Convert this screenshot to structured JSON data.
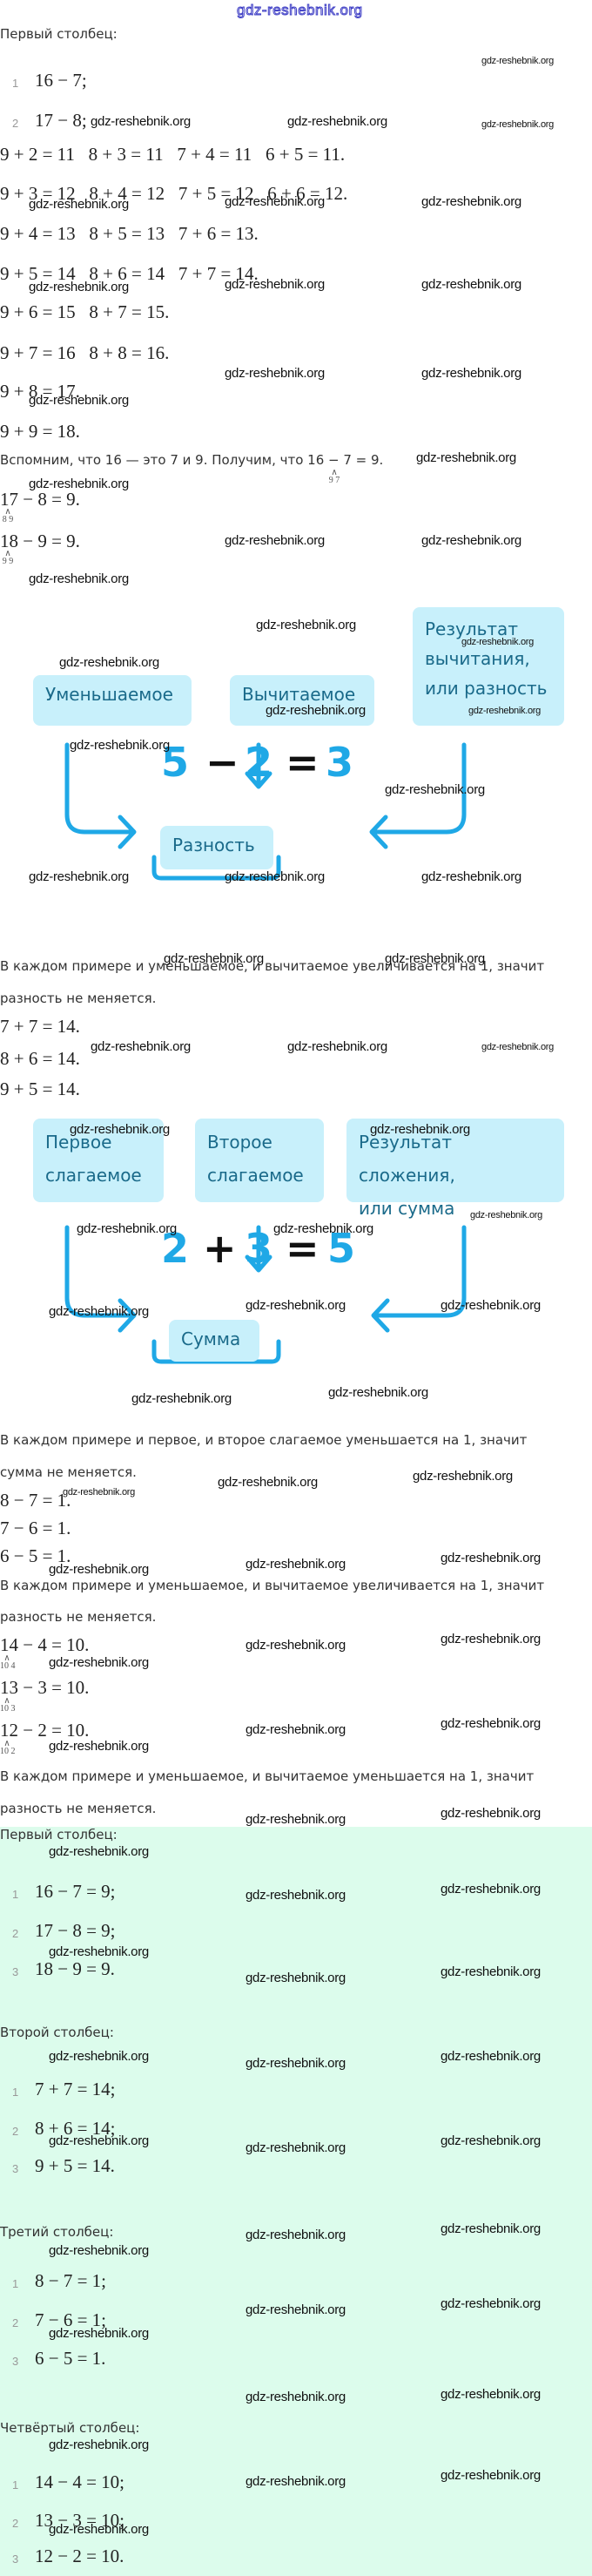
{
  "watermark": "gdz-reshebnik.org",
  "section1": {
    "heading": "Первый столбец:",
    "list": [
      {
        "n": "1",
        "expr": "16 − 7;"
      },
      {
        "n": "2",
        "expr": "17 − 8;"
      }
    ],
    "lines": [
      "9 + 2 = 11   8 + 3 = 11   7 + 4 = 11   6 + 5 = 11.",
      "9 + 3 = 12   8 + 4 = 12   7 + 5 = 12   6 + 6 = 12.",
      "9 + 4 = 13   8 + 5 = 13   7 + 6 = 13.",
      "9 + 5 = 14   8 + 6 = 14   7 + 7 = 14.",
      "9 + 6 = 15   8 + 7 = 15.",
      "9 + 7 = 16   8 + 8 = 16.",
      "9 + 8 = 17.",
      "9 + 9 = 18."
    ],
    "remember": "Вспомним, что 16 — это 7 и 9. Получим, что 16 − 7 = 9.",
    "remember_decomp": "9 7",
    "eq_17": "17 − 8 = 9.",
    "eq_17_decomp": "8 9",
    "eq_18": "18 − 9 = 9.",
    "eq_18_decomp": "9 9"
  },
  "diagram_sub": {
    "minuend": "Уменьшаемое",
    "subtrahend": "Вычитаемое",
    "result": [
      "Результат",
      "вычитания,",
      "или разность"
    ],
    "a": "5",
    "op": "−",
    "b": "2",
    "eq": "=",
    "c": "3",
    "label": "Разность"
  },
  "section2": {
    "text1": "В каждом примере и уменьшаемое, и вычитаемое увеличивается на 1, значит",
    "text2": "разность не меняется.",
    "lines": [
      "7 + 7 = 14.",
      "8 + 6 = 14.",
      "9 + 5 = 14."
    ]
  },
  "diagram_add": {
    "first": [
      "Первое",
      "слагаемое"
    ],
    "second": [
      "Второе",
      "слагаемое"
    ],
    "result": [
      "Результат сложения,",
      "или сумма"
    ],
    "a": "2",
    "op": "+",
    "b": "3",
    "eq": "=",
    "c": "5",
    "label": "Сумма"
  },
  "section3": {
    "text1": "В каждом примере и первое, и второе слагаемое уменьшается на 1, значит",
    "text2": "сумма не меняется.",
    "lines": [
      "8 − 7 = 1.",
      "7 − 6 = 1.",
      "6 − 5 = 1."
    ]
  },
  "section4": {
    "text1": "В каждом примере и уменьшаемое, и вычитаемое увеличивается на 1, значит",
    "text2": "разность не меняется.",
    "lines": [
      {
        "expr": "14 − 4 = 10.",
        "decomp": "10 4"
      },
      {
        "expr": "13 − 3 = 10.",
        "decomp": "10 3"
      },
      {
        "expr": "12 − 2 = 10.",
        "decomp": "10 2"
      }
    ],
    "text3": "В каждом примере и уменьшаемое, и вычитаемое уменьшается на 1, значит",
    "text4": "разность не меняется."
  },
  "answer": {
    "columns": [
      {
        "heading": "Первый столбец:",
        "items": [
          {
            "n": "1",
            "expr": "16 − 7 = 9;"
          },
          {
            "n": "2",
            "expr": "17 − 8 = 9;"
          },
          {
            "n": "3",
            "expr": "18 − 9 = 9."
          }
        ]
      },
      {
        "heading": "Второй столбец:",
        "items": [
          {
            "n": "1",
            "expr": "7 + 7 = 14;"
          },
          {
            "n": "2",
            "expr": "8 + 6 = 14;"
          },
          {
            "n": "3",
            "expr": "9 + 5 = 14."
          }
        ]
      },
      {
        "heading": "Третий столбец:",
        "items": [
          {
            "n": "1",
            "expr": "8 − 7 = 1;"
          },
          {
            "n": "2",
            "expr": "7 − 6 = 1;"
          },
          {
            "n": "3",
            "expr": "6 − 5 = 1."
          }
        ]
      },
      {
        "heading": "Четвёртый столбец:",
        "items": [
          {
            "n": "1",
            "expr": "14 − 4 = 10;"
          },
          {
            "n": "2",
            "expr": "13 − 3 = 10;"
          },
          {
            "n": "3",
            "expr": "12 − 2 = 10."
          }
        ]
      }
    ]
  },
  "colors": {
    "accent": "#1fa8e6",
    "box_bg": "#c8f0fb",
    "box_text": "#1a6a8a",
    "answer_bg": "#dcfcec",
    "top_watermark": "#3b3bc4"
  }
}
